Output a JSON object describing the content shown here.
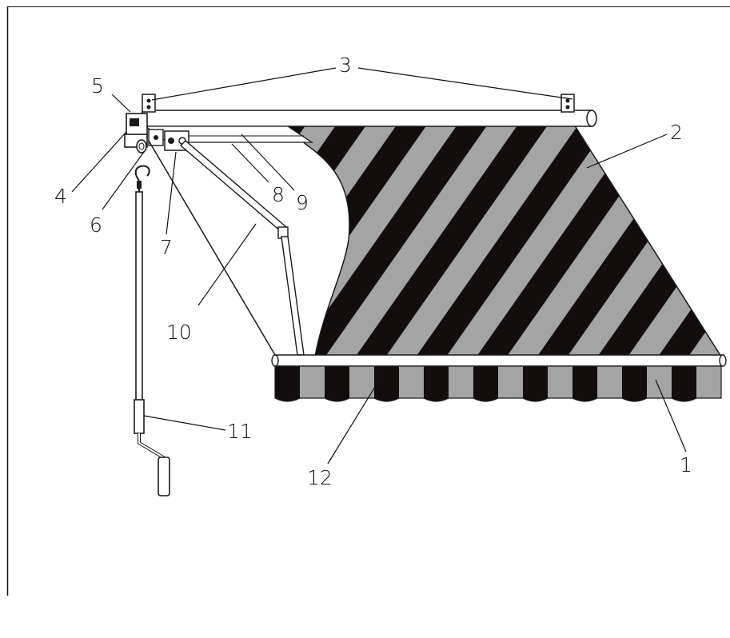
{
  "diagram": {
    "labels": [
      "1",
      "2",
      "3",
      "4",
      "5",
      "6",
      "7",
      "8",
      "9",
      "10",
      "11",
      "12"
    ],
    "colors": {
      "stripe_dark": "#140d0d",
      "stripe_light": "#a4a4a4",
      "line": "#1a1a1a",
      "background": "#ffffff"
    }
  }
}
